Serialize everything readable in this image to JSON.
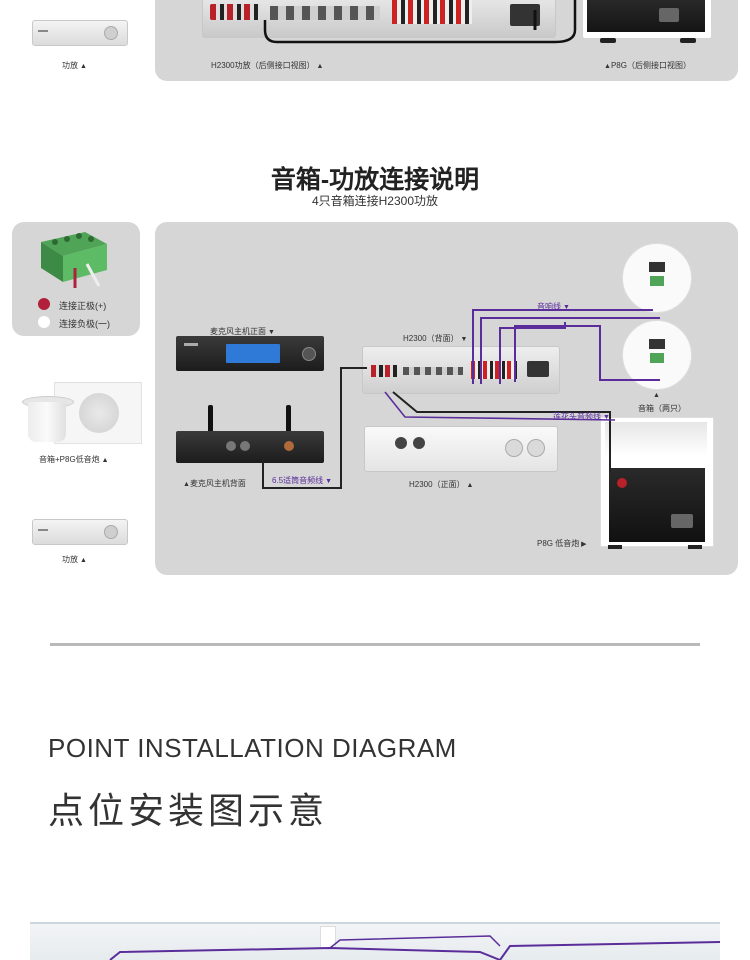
{
  "top": {
    "side_label": "功放",
    "rear_label": "H2300功放（后侧接口视图）",
    "p8g_label": "P8G（后侧接口视图）"
  },
  "section": {
    "title": "音箱-功放连接说明",
    "subtitle": "4只音箱连接H2300功放"
  },
  "legend": {
    "positive": "连接正极(+)",
    "negative": "连接负极(一)",
    "positive_color": "#b0203a",
    "negative_color": "#ffffff"
  },
  "side": {
    "speakers_label": "音箱+P8G低音炮",
    "amp_label": "功放"
  },
  "diagram": {
    "mic_front": "麦克风主机正面",
    "mic_back": "麦克风主机背面",
    "h2300_back": "H2300（背面）",
    "h2300_front": "H2300（正面）",
    "speaker_wire": "音响线",
    "rca_wire": "莲花头音频线",
    "jack_wire": "6.5适筒音频线",
    "speakers_pair": "音箱（两只）",
    "subwoofer": "P8G 低音炮",
    "wire_color": "#5a2d9a"
  },
  "install": {
    "en": "POINT INSTALLATION DIAGRAM",
    "cn": "点位安装图示意"
  }
}
